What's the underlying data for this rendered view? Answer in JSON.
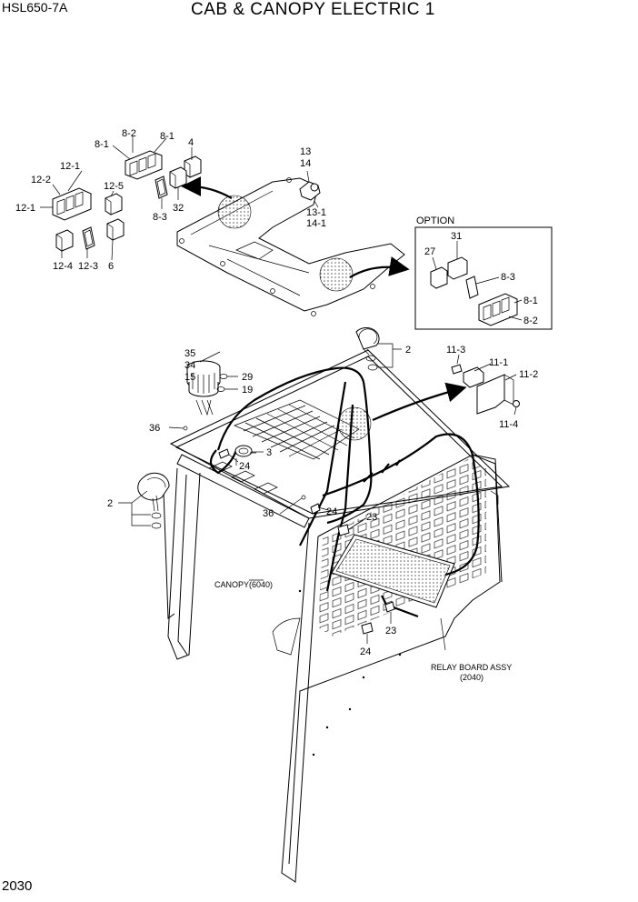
{
  "header": {
    "model": "HSL650-7A",
    "title": "CAB & CANOPY ELECTRIC 1"
  },
  "footer": {
    "page_number": "2030"
  },
  "option_box": {
    "title": "OPTION"
  },
  "notes": {
    "canopy": "CANOPY(6040)",
    "relay_board": "RELAY BOARD ASSY",
    "relay_board_ref": "(2040)"
  },
  "callouts": {
    "c8_1a": "8-1",
    "c8_2a": "8-2",
    "c8_1b": "8-1",
    "c4": "4",
    "c12_1a": "12-1",
    "c12_2": "12-2",
    "c12_1b": "12-1",
    "c12_5": "12-5",
    "c12_4": "12-4",
    "c12_3": "12-3",
    "c6": "6",
    "c8_3a": "8-3",
    "c32": "32",
    "c13": "13",
    "c14": "14",
    "c13_1": "13-1",
    "c14_1": "14-1",
    "c27": "27",
    "c31": "31",
    "c8_3b": "8-3",
    "c8_1c": "8-1",
    "c8_2b": "8-2",
    "c35": "35",
    "c34": "34",
    "c15": "15",
    "c29": "29",
    "c19": "19",
    "c2a": "2",
    "c11_3": "11-3",
    "c11_1": "11-1",
    "c11_2": "11-2",
    "c11_4": "11-4",
    "c36a": "36",
    "c3": "3",
    "c24a": "24",
    "c2b": "2",
    "c24b": "24",
    "c36b": "36",
    "c23a": "23",
    "c23b": "23",
    "c24c": "24"
  }
}
